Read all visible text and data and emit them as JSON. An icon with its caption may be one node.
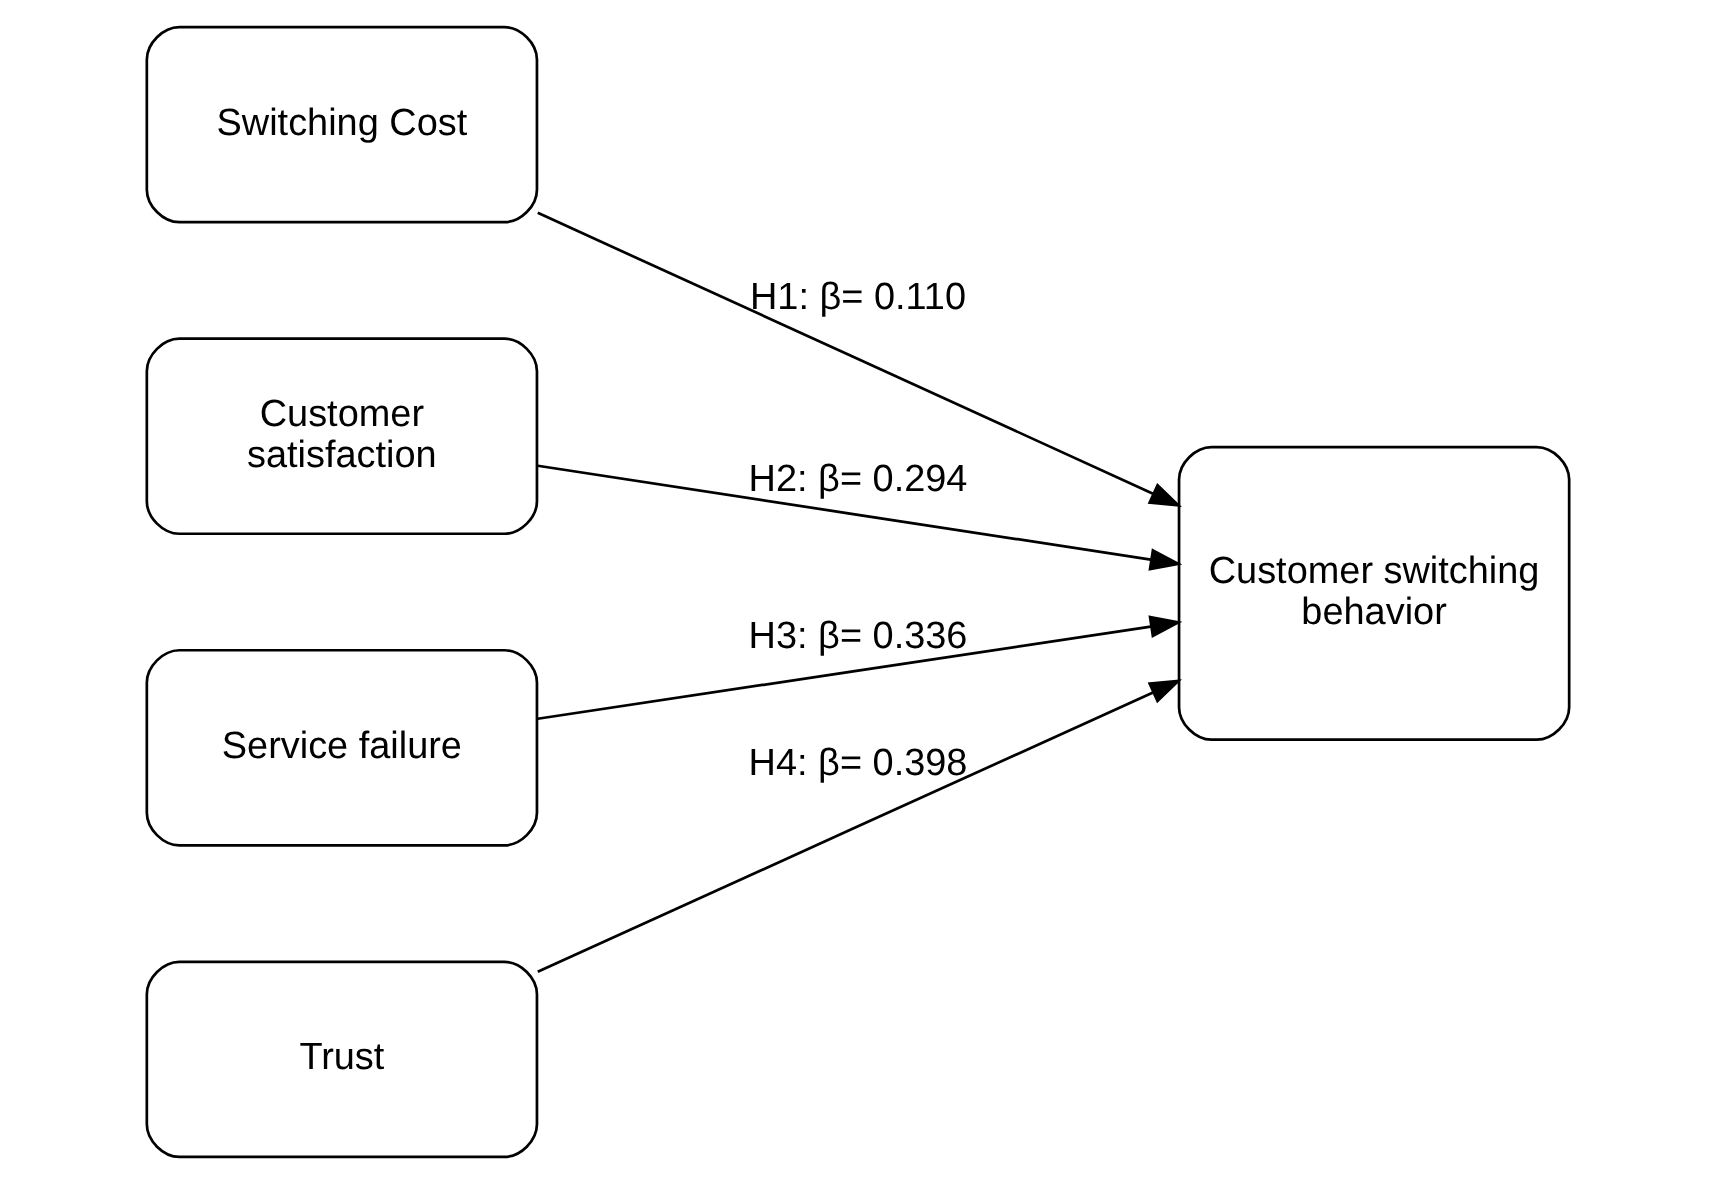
{
  "diagram": {
    "nodes": [
      {
        "text": [
          "Switching Cost"
        ]
      },
      {
        "text": [
          "Customer satisfaction"
        ]
      },
      {
        "text": [
          "Service failure"
        ]
      },
      {
        "text": [
          "Trust"
        ]
      },
      {
        "text": [
          "Customer switching behavior"
        ]
      }
    ],
    "edges": [
      {
        "from": 0,
        "to": 4,
        "arrow": "to",
        "label": "H1: β= 0.110"
      },
      {
        "from": 1,
        "to": 4,
        "arrow": "to",
        "label": "H2: β= 0.294"
      },
      {
        "from": 2,
        "to": 4,
        "arrow": "to",
        "label": "H3: β= 0.336"
      },
      {
        "from": 3,
        "to": 4,
        "arrow": "to",
        "label": "H4: β= 0.398"
      }
    ]
  }
}
